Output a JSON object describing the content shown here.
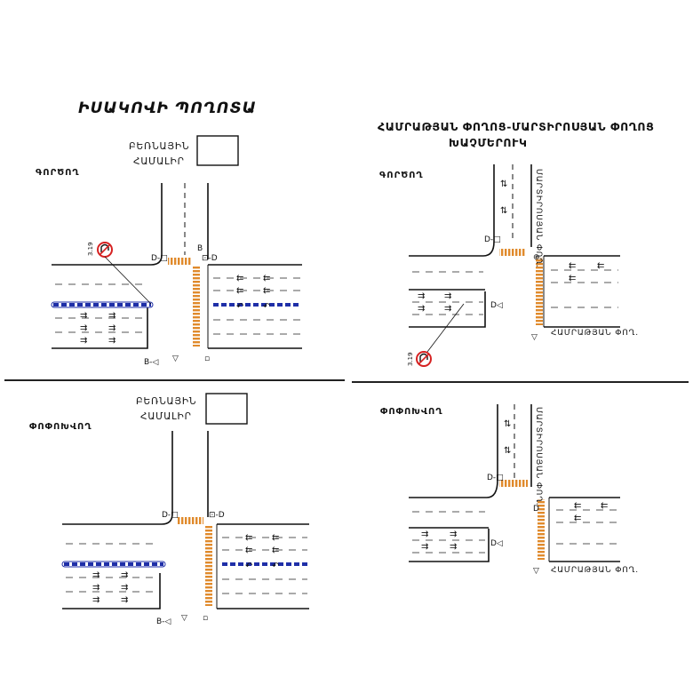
{
  "panels": {
    "p1": {
      "title": "ԻՍԱԿՈՎԻ ՊՈՂՈՏԱ",
      "bus_line1": "ԲԵՌՆԱՅԻՆ",
      "bus_line2": "ՀԱՄԱԼԻՐ",
      "phase_label": "ԳՈՐԾՈՂ",
      "sign_code": "3.19"
    },
    "p2": {
      "title_line1": "ՀԱՄՐԱԹՅԱՆ ՓՈՂՈՑ-ՄԱՐՏԻՐՈՍՅԱՆ ՓՈՂՈՑ",
      "title_line2": "ԽԱՉՄԵՐՈՒԿ",
      "phase_label": "ԳՈՐԾՈՂ",
      "sign_code": "3.19",
      "side_street": "ՄԱՐՏԻՐՈՍՅԱՆ ՓՈՂ.",
      "bottom_street": "ՀԱՄՐԱԹՅԱՆ ՓՈՂ."
    },
    "p3": {
      "bus_line1": "ԲԵՌՆԱՅԻՆ",
      "bus_line2": "ՀԱՄԱԼԻՐ",
      "phase_label": "ՓՈՓՈԽՎՈՂ"
    },
    "p4": {
      "phase_label": "ՓՈՓՈԽՎՈՂ",
      "side_street": "ՄԱՐՏԻՐՈՍՅԱՆ ՓՈՂ.",
      "bottom_street": "ՀԱՄՐԱԹՅԱՆ ՓՈՂ."
    }
  },
  "colors": {
    "road_line": "#111111",
    "bus_lane_blue": "#1f2fa8",
    "crosswalk_orange": "#e08a2c",
    "sign_red": "#d62222",
    "divider": "#222222"
  }
}
